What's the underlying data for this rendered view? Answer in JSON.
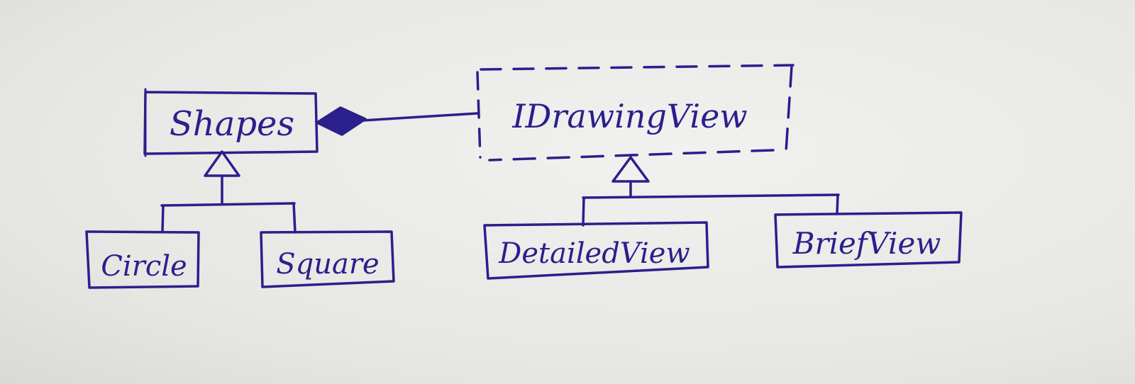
{
  "ink_color": "#2b1f8c",
  "paper_color": "#ececea",
  "nodes": {
    "shapes": {
      "label": "Shapes",
      "kind": "class"
    },
    "idrawingview": {
      "label": "IDrawingView",
      "kind": "interface"
    },
    "circle": {
      "label": "Circle",
      "kind": "class"
    },
    "square": {
      "label": "Square",
      "kind": "class"
    },
    "detailedview": {
      "label": "DetailedView",
      "kind": "class"
    },
    "briefview": {
      "label": "BriefView",
      "kind": "class"
    }
  },
  "edges": [
    {
      "from": "idrawingview",
      "to": "shapes",
      "type": "composition"
    },
    {
      "from": "circle",
      "to": "shapes",
      "type": "generalization"
    },
    {
      "from": "square",
      "to": "shapes",
      "type": "generalization"
    },
    {
      "from": "detailedview",
      "to": "idrawingview",
      "type": "realization"
    },
    {
      "from": "briefview",
      "to": "idrawingview",
      "type": "realization"
    }
  ]
}
